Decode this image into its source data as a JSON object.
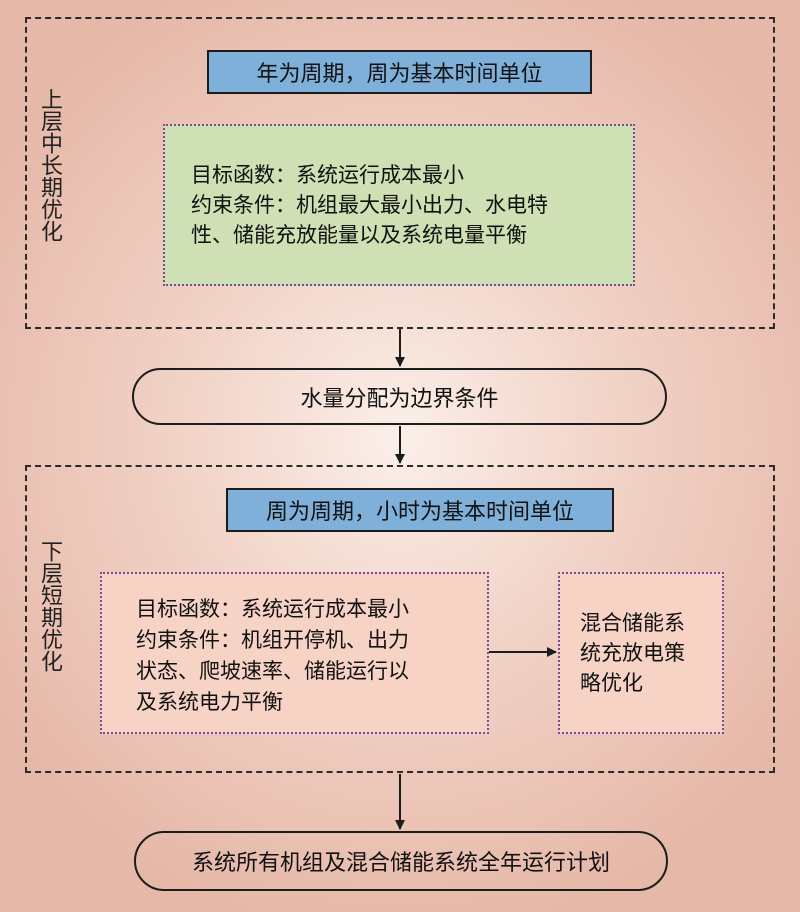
{
  "upper": {
    "side_label": "上层中长期优化",
    "period_header": "年为周期，周为基本时间单位",
    "box_lines": [
      "目标函数：系统运行成本最小",
      "约束条件：机组最大最小出力、水电特",
      "性、储能充放能量以及系统电量平衡"
    ]
  },
  "middle": {
    "label": "水量分配为边界条件"
  },
  "lower": {
    "side_label": "下层短期优化",
    "period_header": "周为周期，小时为基本时间单位",
    "left_box_lines": [
      "目标函数：系统运行成本最小",
      "约束条件：机组开停机、出力",
      "状态、爬坡速率、储能运行以",
      "及系统电力平衡"
    ],
    "right_box_lines": [
      "混合储能系",
      "统充放电策",
      "略优化"
    ]
  },
  "bottom": {
    "label": "系统所有机组及混合储能系统全年运行计划"
  },
  "colors": {
    "header_blue": "#7fb0d9",
    "green_box": "#cfe0b4",
    "peach_box": "#f6d3c5",
    "dotted_border": "#7a4a9a"
  }
}
